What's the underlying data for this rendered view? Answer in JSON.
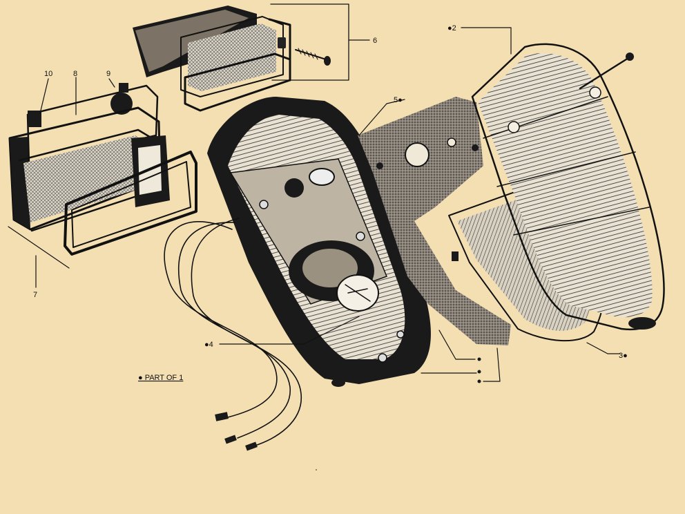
{
  "background": "#f3dfb1",
  "ink": "#111111",
  "labels": {
    "part1_note": "● PART OF 1",
    "l2": "●2",
    "l3": "3●",
    "l4": "●4",
    "l5": "5●",
    "l6": "6",
    "l7": "7",
    "l8": "8",
    "l9": "9",
    "l10": "10"
  }
}
